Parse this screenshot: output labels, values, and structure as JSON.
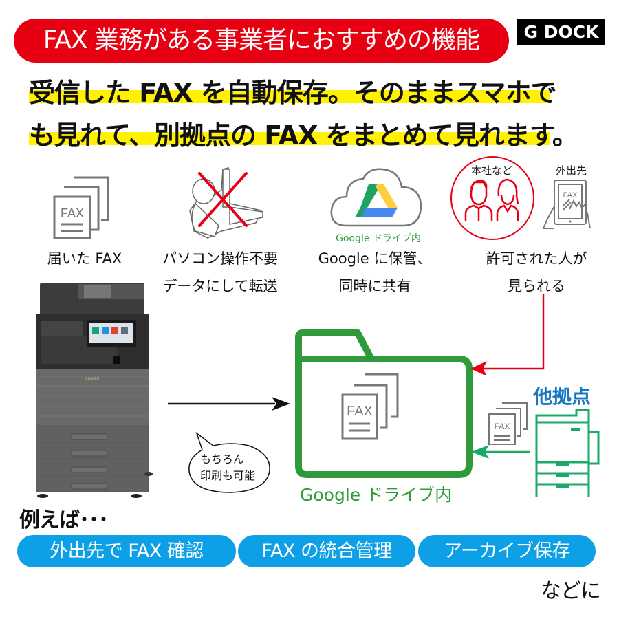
{
  "header": {
    "title": "FAX 業務がある事業者におすすめの機能",
    "logo": "G DOCK",
    "accent_color": "#e60012"
  },
  "headline": {
    "line1": "受信した FAX を自動保存。そのままスマホで",
    "line2": "も見れて、別拠点の FAX をまとめて見れます。",
    "highlight_color": "#fff100"
  },
  "features": [
    {
      "icon": "fax-documents-icon",
      "caption_line1": "届いた FAX",
      "caption_line2": ""
    },
    {
      "icon": "pc-crossed-out-icon",
      "caption_line1": "パソコン操作不要",
      "caption_line2": "データにして転送"
    },
    {
      "icon": "google-drive-cloud-icon",
      "icon_label": "Google ドライブ内",
      "caption_line1": "Google に保管、",
      "caption_line2": "同時に共有"
    },
    {
      "icon": "people-circle-icon",
      "icon_label": "本社など",
      "caption_line1": "許可された人が",
      "caption_line2": "見られる"
    },
    {
      "icon": "tablet-fax-icon",
      "icon_label": "外出先"
    }
  ],
  "icons": {
    "fax_doc_label": "FAX"
  },
  "diagram": {
    "speech_bubble_line1": "もちろん",
    "speech_bubble_line2": "印刷も可能",
    "folder_label": "Google ドライブ内",
    "branch_label": "他拠点",
    "printer_brand": "SHARP",
    "folder_color": "#2e9a3a",
    "branch_color": "#1a78c2",
    "branch_printer_color": "#1aaa68",
    "red_arrow_color": "#e60012"
  },
  "examples": {
    "intro": "例えば･･･",
    "items": [
      "外出先で FAX 確認",
      "FAX の統合管理",
      "アーカイブ保存"
    ],
    "outro": "などに",
    "pill_color": "#0da0e6"
  }
}
